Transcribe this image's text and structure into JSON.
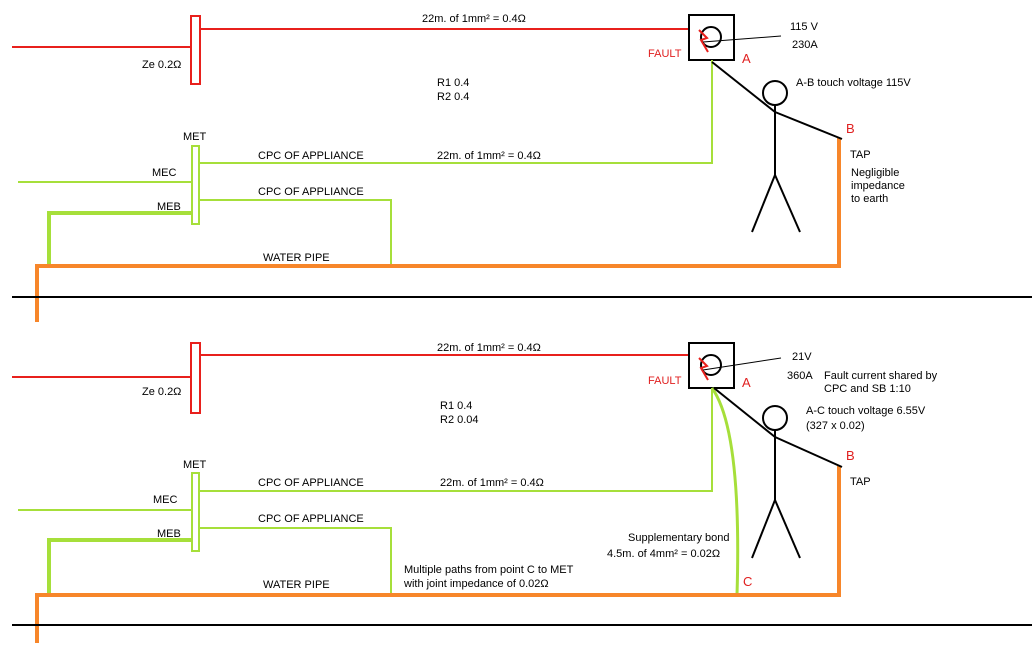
{
  "colors": {
    "phase": "#e8201c",
    "cpc": "#a6df3a",
    "water": "#f7862a",
    "ground": "#000000",
    "fault": "#e8201c",
    "person": "#000000"
  },
  "top": {
    "ze": "Ze 0.2Ω",
    "phase_label": "22m.  of 1mm² = 0.4Ω",
    "fault": "FAULT",
    "a": "A",
    "voltage": "115 V",
    "current": "230A",
    "touch": "A-B touch voltage 115V",
    "r1": "R1  0.4",
    "r2": "R2  0.4",
    "met": "MET",
    "mec": "MEC",
    "meb": "MEB",
    "cpc1": "CPC OF APPLIANCE",
    "cpc_label": "22m.  of 1mm²  =  0.4Ω",
    "cpc2": "CPC OF APPLIANCE",
    "water": "WATER PIPE",
    "b": "B",
    "tap": "TAP",
    "neg1": "Negligible",
    "neg2": "impedance",
    "neg3": "to earth"
  },
  "bottom": {
    "ze": "Ze 0.2Ω",
    "phase_label": "22m.  of 1mm² = 0.4Ω",
    "fault": "FAULT",
    "a": "A",
    "voltage": "21V",
    "current": "360A",
    "shared1": "Fault current shared by",
    "shared2": "CPC and SB 1:10",
    "touch1": "A-C touch voltage  6.55V",
    "touch2": "(327 x 0.02)",
    "r1": "R1  0.4",
    "r2": "R2  0.04",
    "met": "MET",
    "mec": "MEC",
    "meb": "MEB",
    "cpc1": "CPC OF APPLIANCE",
    "cpc_label": "22m.  of 1mm²  =  0.4Ω",
    "cpc2": "CPC OF APPLIANCE",
    "water": "WATER PIPE",
    "multi1": "Multiple paths from point C to MET",
    "multi2": "with joint impedance of 0.02Ω",
    "sb1": "Supplementary bond",
    "sb2": "4.5m. of 4mm²  =  0.02Ω",
    "c": "C",
    "b": "B",
    "tap": "TAP"
  }
}
